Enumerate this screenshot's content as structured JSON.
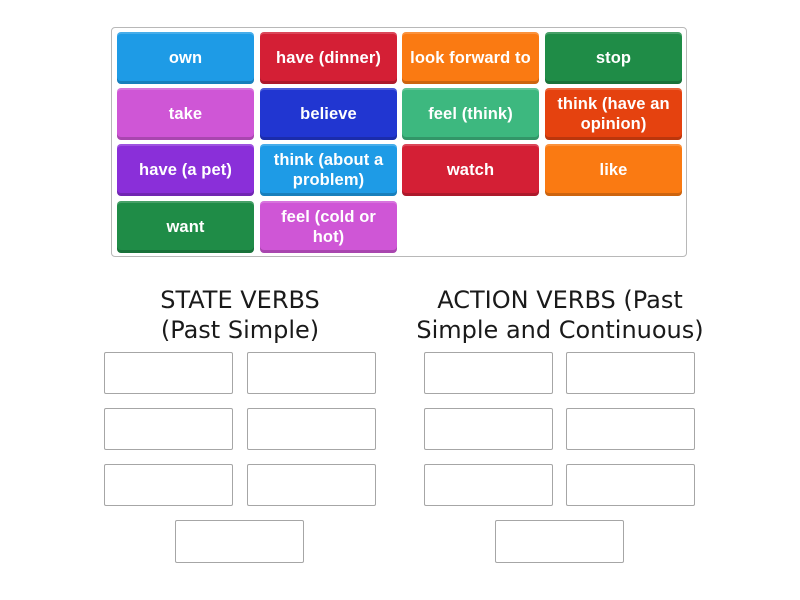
{
  "word_bank": {
    "tiles": [
      {
        "label": "own",
        "color": "#1e9be6"
      },
      {
        "label": "have (dinner)",
        "color": "#d41f35"
      },
      {
        "label": "look forward to",
        "color": "#fa7a12"
      },
      {
        "label": "stop",
        "color": "#1f8c47"
      },
      {
        "label": "take",
        "color": "#cf56d6"
      },
      {
        "label": "believe",
        "color": "#2136d1"
      },
      {
        "label": "feel (think)",
        "color": "#3db87f"
      },
      {
        "label": "think (have an opinion)",
        "color": "#e5420f"
      },
      {
        "label": "have (a pet)",
        "color": "#8a2fd9"
      },
      {
        "label": "think (about a problem)",
        "color": "#1e9be6"
      },
      {
        "label": "watch",
        "color": "#d41f35"
      },
      {
        "label": "like",
        "color": "#fa7a12"
      },
      {
        "label": "want",
        "color": "#1f8c47"
      },
      {
        "label": "feel (cold or hot)",
        "color": "#cf56d6"
      }
    ]
  },
  "groups": [
    {
      "title_line1": "STATE VERBS",
      "title_line2": "(Past Simple)",
      "slot_count": 7
    },
    {
      "title_line1": "ACTION VERBS (Past",
      "title_line2": "Simple and Continuous)",
      "slot_count": 7
    }
  ]
}
